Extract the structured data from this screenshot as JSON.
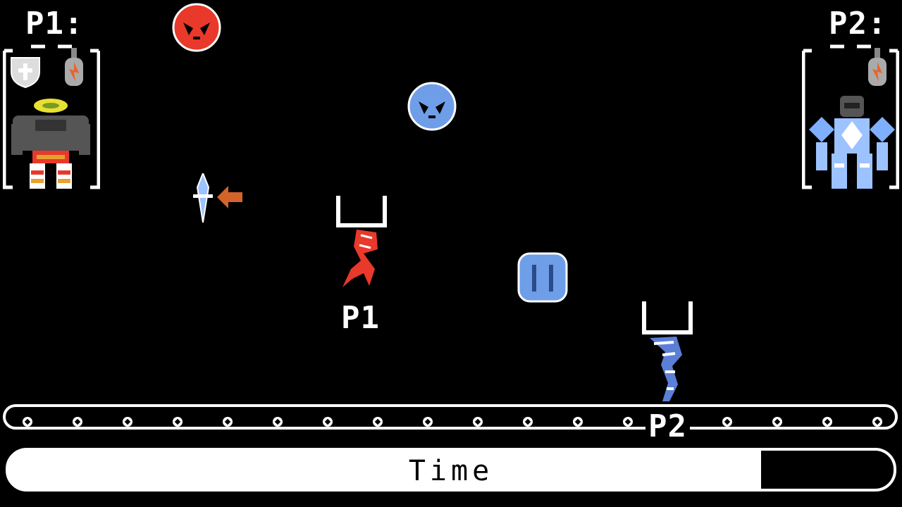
{
  "hud": {
    "p1_label": "P1:",
    "p2_label": "P2:"
  },
  "players": {
    "p1_tag": "P1",
    "p2_tag": "P2"
  },
  "timer": {
    "label": "Time",
    "remaining_fraction": 0.85
  },
  "icons": {
    "p1_items": [
      "shield-icon",
      "fire-lantern-icon"
    ],
    "p2_items": [
      "fire-lantern-icon"
    ],
    "p1_robot": "yellow-headed-robot",
    "p2_robot": "ice-crystal-robot"
  },
  "colors": {
    "p1": "#e8392a",
    "p2": "#5b7fd6",
    "ice": "#7fb0ff",
    "arrow": "#d2642a"
  }
}
